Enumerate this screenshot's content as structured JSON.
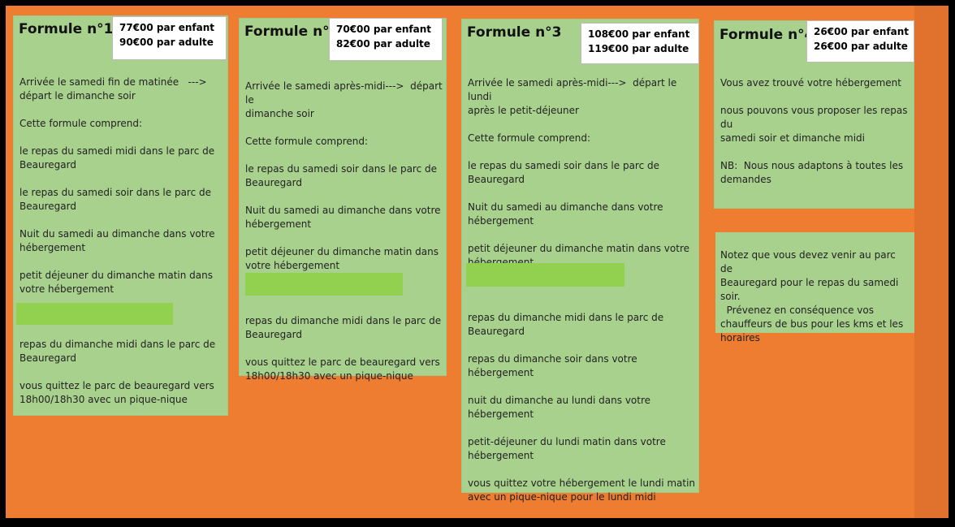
{
  "formules": [
    {
      "title": "Formule n°1",
      "price_child": "77€00 par enfant",
      "price_adult": "90€00 par adulte",
      "lines": [
        "Arrivée le samedi fin de matinée   --->",
        "départ le dimanche soir",
        "Cette formule comprend:",
        "le repas du samedi midi dans le parc de",
        "Beauregard",
        "le repas du samedi soir dans le parc de",
        "Beauregard",
        "Nuit du samedi au dimanche dans votre",
        "hébergement",
        "petit déjeuner du dimanche matin dans",
        "votre hébergement",
        "repas du dimanche midi dans le parc de",
        "Beauregard",
        "vous quittez le parc de beauregard vers",
        "18h00/18h30 avec un pique-nique"
      ]
    },
    {
      "title": "Formule n°2",
      "price_child": "70€00 par enfant",
      "price_adult": "82€00 par adulte",
      "lines": [
        "Arrivée le samedi après-midi--->  départ le",
        "dimanche soir",
        "Cette formule comprend:",
        "le repas du samedi soir dans le parc de",
        "Beauregard",
        "Nuit du samedi au dimanche dans votre",
        "hébergement",
        "petit déjeuner du dimanche matin dans",
        "votre hébergement",
        "repas du dimanche midi dans le parc de",
        "Beauregard",
        "vous quittez le parc de beauregard vers",
        "18h00/18h30 avec un pique-nique"
      ]
    },
    {
      "title": "Formule n°3",
      "price_child": "108€00 par enfant",
      "price_adult": "119€00 par adulte",
      "lines": [
        "Arrivée le samedi après-midi--->  départ le lundi",
        "après le petit-déjeuner",
        "Cette formule comprend:",
        "le repas du samedi soir dans le parc de",
        "Beauregard",
        "Nuit du samedi au dimanche dans votre",
        "hébergement",
        "petit déjeuner du dimanche matin dans votre",
        "hébergement",
        "repas du dimanche midi dans le parc de",
        "Beauregard",
        "repas du dimanche soir dans votre hébergement",
        "nuit du dimanche au lundi dans votre",
        "hébergement",
        "petit-déjeuner du lundi matin dans votre",
        "hébergement",
        "vous quittez votre hébergement le lundi matin",
        "avec un pique-nique pour le lundi midi"
      ]
    },
    {
      "title": "Formule n°4",
      "price_child": "26€00 par enfant",
      "price_adult": "26€00 par adulte",
      "lines": [
        "Vous avez trouvé votre hébergement",
        "nous pouvons vous proposer les repas du",
        "samedi soir et dimanche midi",
        "NB:  Nous nous adaptons à toutes les",
        "demandes"
      ]
    }
  ],
  "note": {
    "lines": [
      "Notez que vous devez venir au parc de",
      "Beauregard pour le repas du samedi soir.",
      "  Prévenez en conséquence vos",
      "chauffeurs de bus pour les kms et les",
      "horaires"
    ]
  },
  "colors": {
    "background": "#ee7d32",
    "card": "#a9d18e",
    "highlight_bar": "#92d050",
    "price_box": "#ffffff"
  }
}
